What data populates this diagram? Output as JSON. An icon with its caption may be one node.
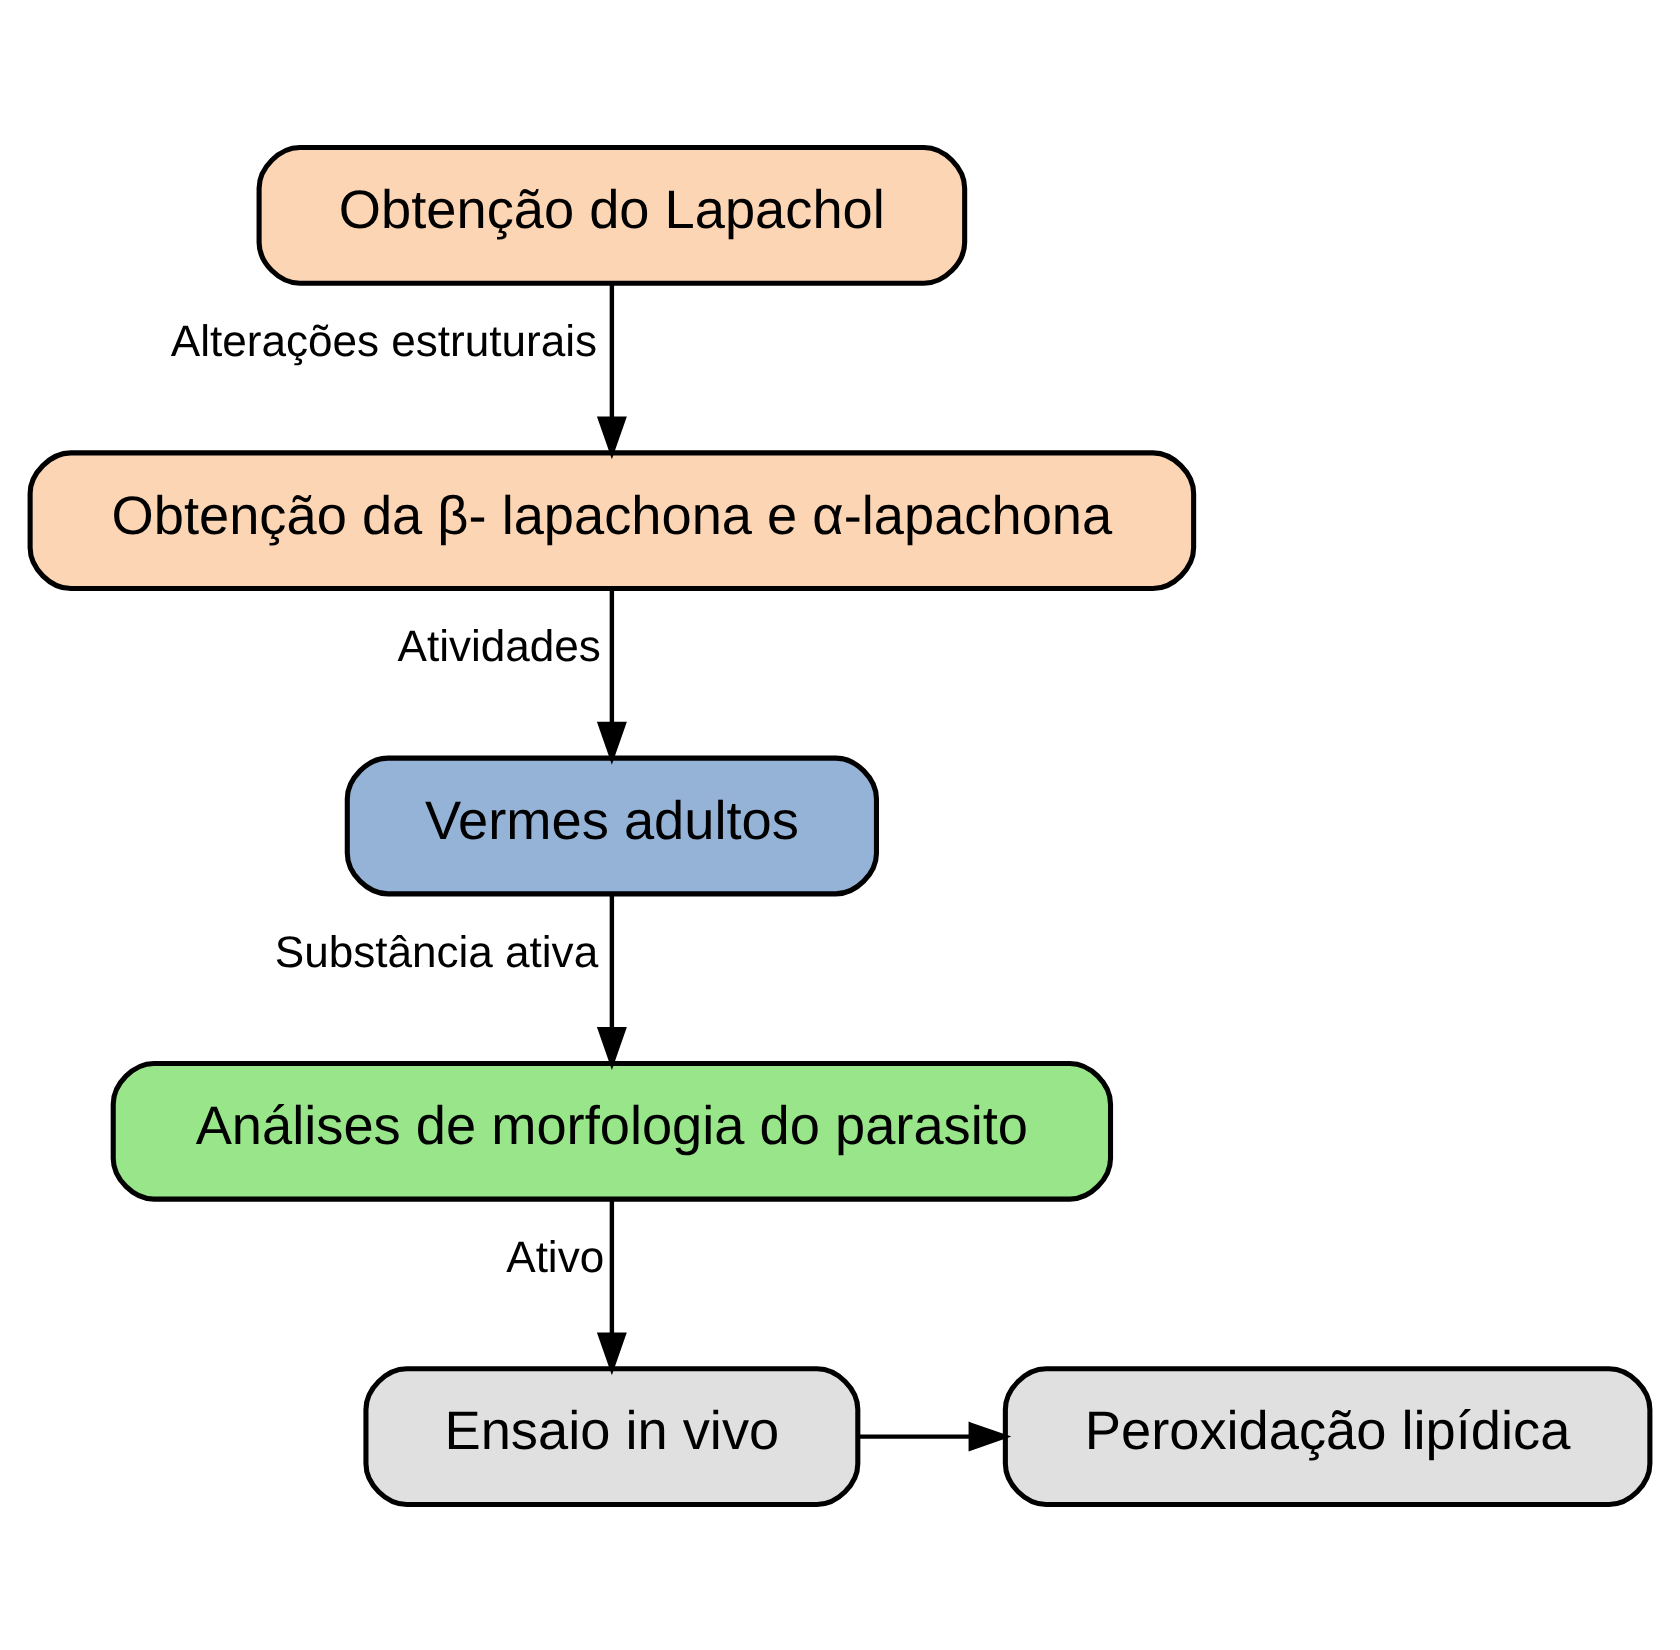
{
  "diagram": {
    "nodes": [
      {
        "text": [
          "Obtenção do Lapachol"
        ]
      },
      {
        "text": [
          "Obtenção da β- lapachona e α-lapachona"
        ]
      },
      {
        "text": [
          "Vermes adultos"
        ]
      },
      {
        "text": [
          "Análises de morfologia do parasito"
        ]
      },
      {
        "text": [
          "Ensaio in vivo"
        ]
      },
      {
        "text": [
          "Peroxidação lipídica"
        ]
      }
    ],
    "edges": [
      {
        "from": 0,
        "to": 1,
        "arrow": "to",
        "label": "Alterações estruturais"
      },
      {
        "from": 1,
        "to": 2,
        "arrow": "to",
        "label": "Atividades"
      },
      {
        "from": 2,
        "to": 3,
        "arrow": "to",
        "label": "Substância ativa"
      },
      {
        "from": 3,
        "to": 4,
        "arrow": "to",
        "label": "Ativo"
      },
      {
        "from": 4,
        "to": 5,
        "arrow": "to"
      }
    ]
  }
}
